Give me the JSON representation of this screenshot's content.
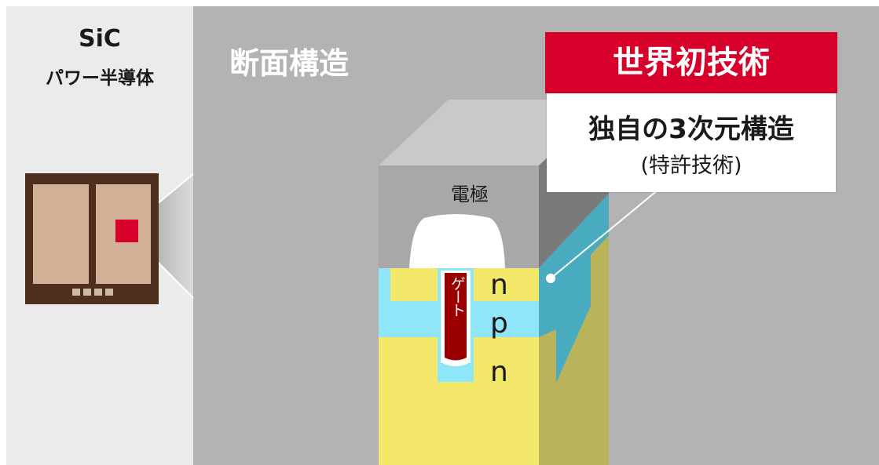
{
  "sidebar": {
    "title_line1": "SiC",
    "title_line2": "パワー半導体"
  },
  "main": {
    "section_title": "断面構造"
  },
  "structure": {
    "electrode_label": "電極",
    "gate_label": "ゲート",
    "layer_labels": [
      "n",
      "p",
      "n"
    ]
  },
  "badge": {
    "header": "世界初技術",
    "main_text": "独自の3次元構造",
    "sub_text": "(特許技術)"
  },
  "colors": {
    "accent_red": "#d6002a",
    "chip_brown": "#4e2f1e",
    "n_layer_yellow": "#f4e86b",
    "p_layer_cyan": "#8fe6f8",
    "gate_darkred": "#9a0000"
  }
}
